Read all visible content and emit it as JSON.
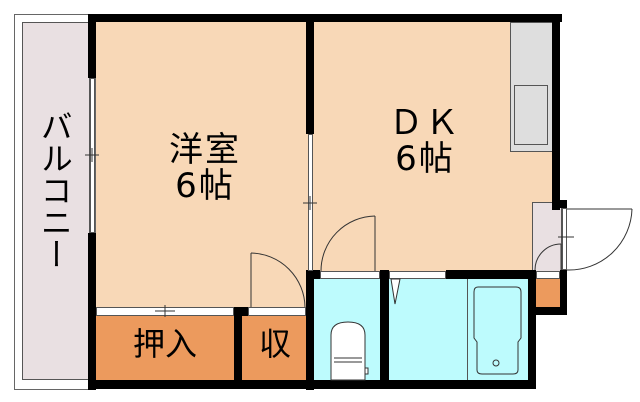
{
  "floor_plan": {
    "rooms": [
      {
        "id": "western-room",
        "name": "洋室",
        "size": "6帖"
      },
      {
        "id": "dining-kitchen",
        "name": "ＤＫ",
        "size": "6帖"
      },
      {
        "id": "balcony",
        "name": "バルコニー"
      },
      {
        "id": "oshiire",
        "name": "押入"
      },
      {
        "id": "storage",
        "name": "収"
      }
    ],
    "colors": {
      "floor": "#f8d8b7",
      "closet": "#ec9a5d",
      "wet_area": "#bdfbfd",
      "balcony": "#e9e0e2",
      "counter": "#dedede",
      "wall": "#000000"
    }
  }
}
